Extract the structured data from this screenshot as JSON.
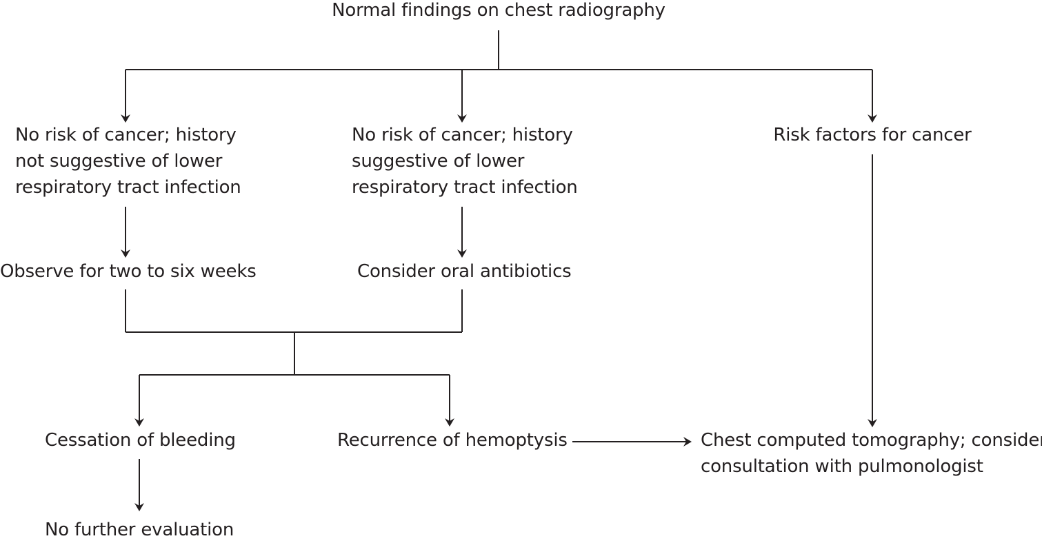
{
  "nodes": {
    "root": [
      "Normal findings on chest radiography"
    ],
    "no_risk_no_infection": [
      "No risk of cancer; history",
      "not suggestive of lower",
      "respiratory tract infection"
    ],
    "no_risk_infection": [
      "No risk of cancer; history",
      "suggestive of lower",
      "respiratory tract infection"
    ],
    "risk_factors": [
      "Risk factors for cancer"
    ],
    "observe": [
      "Observe for two to six weeks"
    ],
    "antibiotics": [
      "Consider oral antibiotics"
    ],
    "cessation": [
      "Cessation of bleeding"
    ],
    "recurrence": [
      "Recurrence of hemoptysis"
    ],
    "ct": [
      "Chest computed tomography; consider",
      "consultation with pulmonologist"
    ],
    "no_further": [
      "No further evaluation"
    ]
  },
  "colors": {
    "line": "#231f20",
    "text": "#231f20"
  }
}
